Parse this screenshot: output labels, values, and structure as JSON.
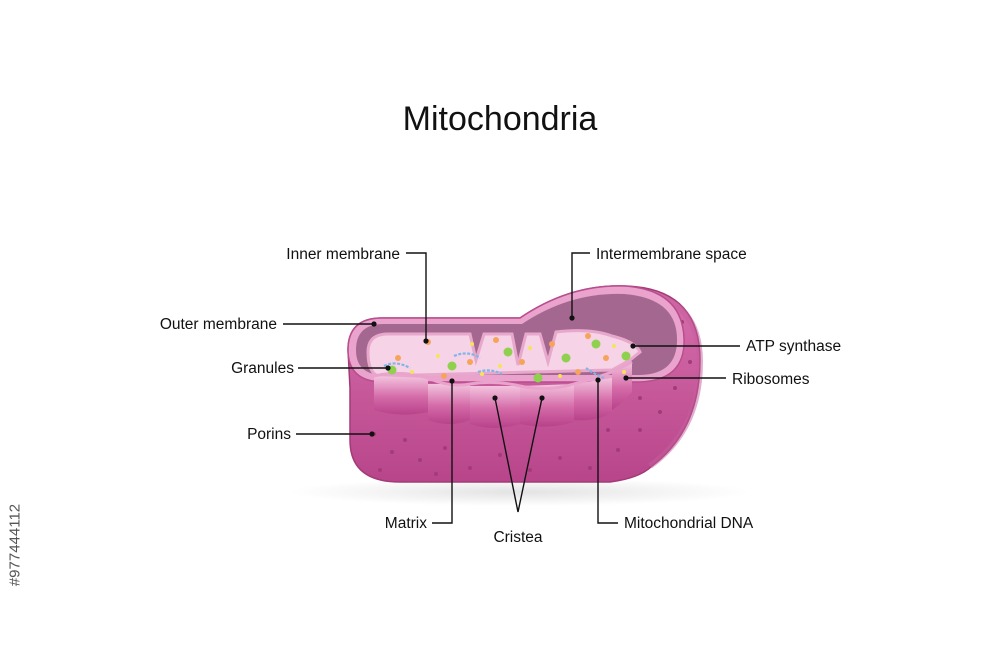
{
  "title": "Mitochondria",
  "labels": {
    "inner_membrane": "Inner membrane",
    "intermembrane_space": "Intermembrane space",
    "outer_membrane": "Outer membrane",
    "atp_synthase": "ATP synthase",
    "granules": "Granules",
    "ribosomes": "Ribosomes",
    "porins": "Porins",
    "matrix": "Matrix",
    "cristea": "Cristea",
    "mitochondrial_dna": "Mitochondrial DNA"
  },
  "watermark_id": "#977444112",
  "colors": {
    "outer_membrane": "#c85a98",
    "outer_membrane_dark": "#a93c7c",
    "intermembrane": "#a46890",
    "inner_membrane": "#e7a8cc",
    "cristae_wall": "#c24f92",
    "matrix": "#f7d8ea",
    "granule_green": "#8fd14f",
    "granule_orange": "#f5a45a",
    "granule_yellow": "#f7e35a",
    "dna_blue": "#7fb6e8"
  }
}
